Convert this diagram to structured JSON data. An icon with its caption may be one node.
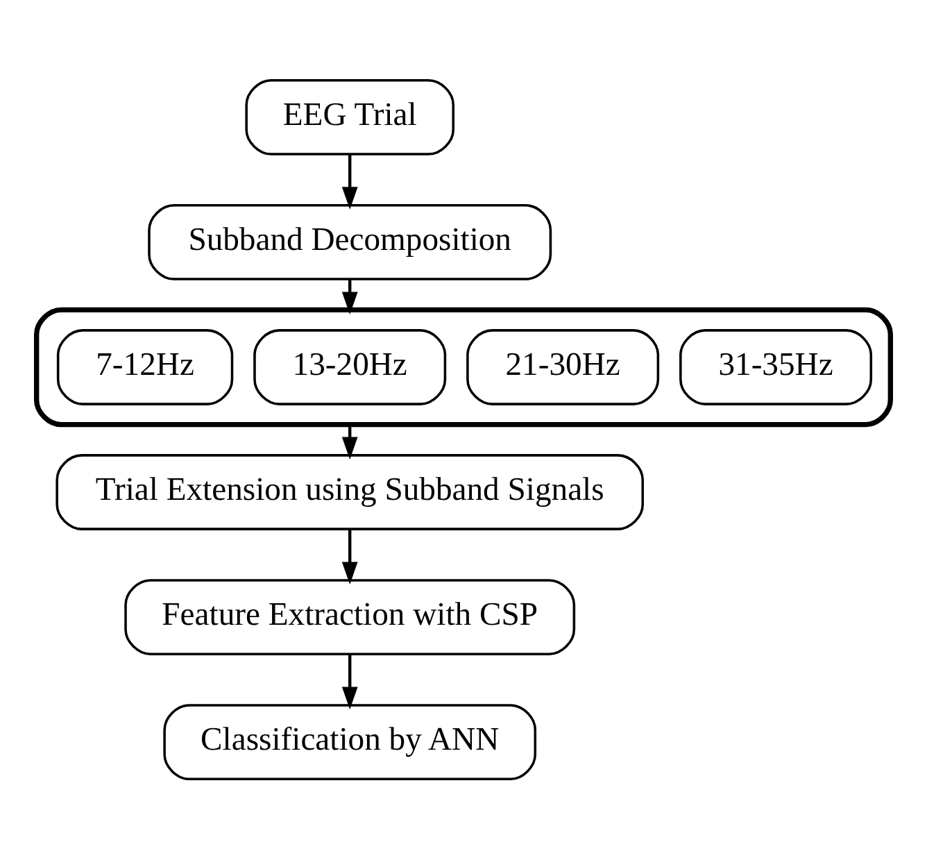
{
  "diagram": {
    "nodes": [
      {
        "text": [
          "EEG Trial"
        ]
      },
      {
        "text": [
          "Subband Decomposition"
        ]
      },
      {
        "text": [],
        "shape": "box"
      },
      {
        "text": [
          "7-12Hz"
        ],
        "in": 2
      },
      {
        "text": [
          "13-20Hz"
        ],
        "in": 2
      },
      {
        "text": [
          "21-30Hz"
        ],
        "in": 2
      },
      {
        "text": [
          "31-35Hz"
        ],
        "in": 2
      },
      {
        "text": [
          "Trial Extension using Subband Signals"
        ]
      },
      {
        "text": [
          "Feature Extraction with CSP"
        ]
      },
      {
        "text": [
          "Classification by ANN"
        ]
      }
    ],
    "edges": [
      {
        "from": 0,
        "to": 1,
        "arrow": "to"
      },
      {
        "from": 1,
        "to": 2,
        "arrow": "to"
      },
      {
        "from": 2,
        "to": 7,
        "arrow": "to"
      },
      {
        "from": 7,
        "to": 8,
        "arrow": "to"
      },
      {
        "from": 8,
        "to": 9,
        "arrow": "to"
      }
    ]
  }
}
